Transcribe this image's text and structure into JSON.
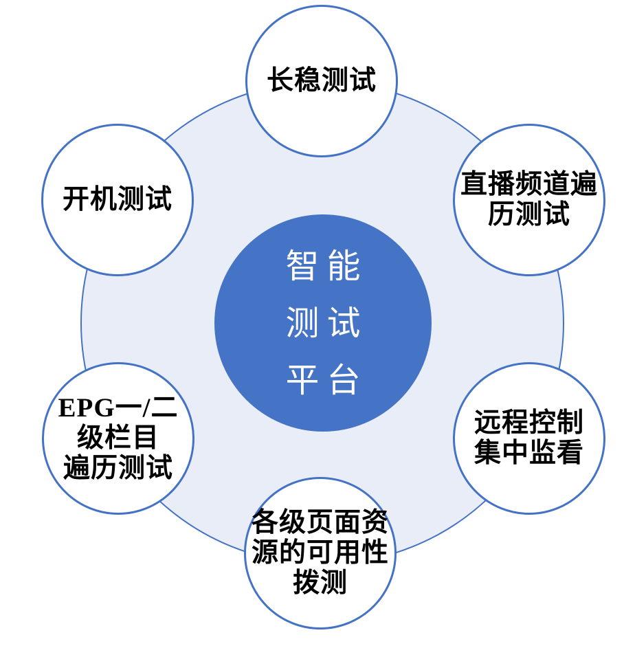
{
  "diagram": {
    "center": {
      "label": "智能\n测试\n平台"
    },
    "nodes": [
      {
        "id": "top",
        "label": "长稳测试"
      },
      {
        "id": "top-right",
        "label": "直播频道遍\n历测试"
      },
      {
        "id": "bottom-right",
        "label": "远程控制\n集中监看"
      },
      {
        "id": "bottom",
        "label": "各级页面资\n源的可用性\n拨测"
      },
      {
        "id": "bottom-left",
        "label": "EPG一/二\n级栏目\n遍历测试"
      },
      {
        "id": "top-left",
        "label": "开机测试"
      }
    ],
    "colors": {
      "border": "#4472C4",
      "ring_fill": "#E9EDF8",
      "node_fill": "#FFFFFF",
      "node_text": "#000000",
      "center_fill": "#4573C5",
      "center_text": "#FFFFFF"
    }
  }
}
